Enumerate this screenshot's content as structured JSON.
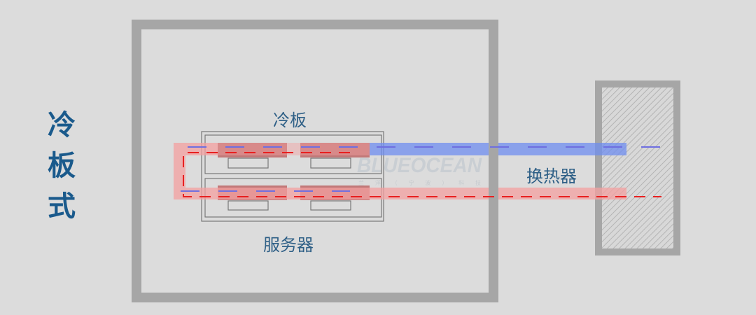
{
  "title": "冷板式",
  "labels": {
    "cold_plate": "冷板",
    "server": "服务器",
    "heat_exchanger": "换热器"
  },
  "watermark": {
    "brand": "BLUEOCEAN",
    "sub": "兰 洋 （ 宁 波 ） 科 技"
  },
  "colors": {
    "cold_pipe": "#6f8ef0",
    "hot_pipe": "#f4a0a0",
    "hot_dash": "#e82020",
    "cold_dash": "#7070e0",
    "text": "#2e5f86",
    "frame": "#a6a6a6"
  }
}
